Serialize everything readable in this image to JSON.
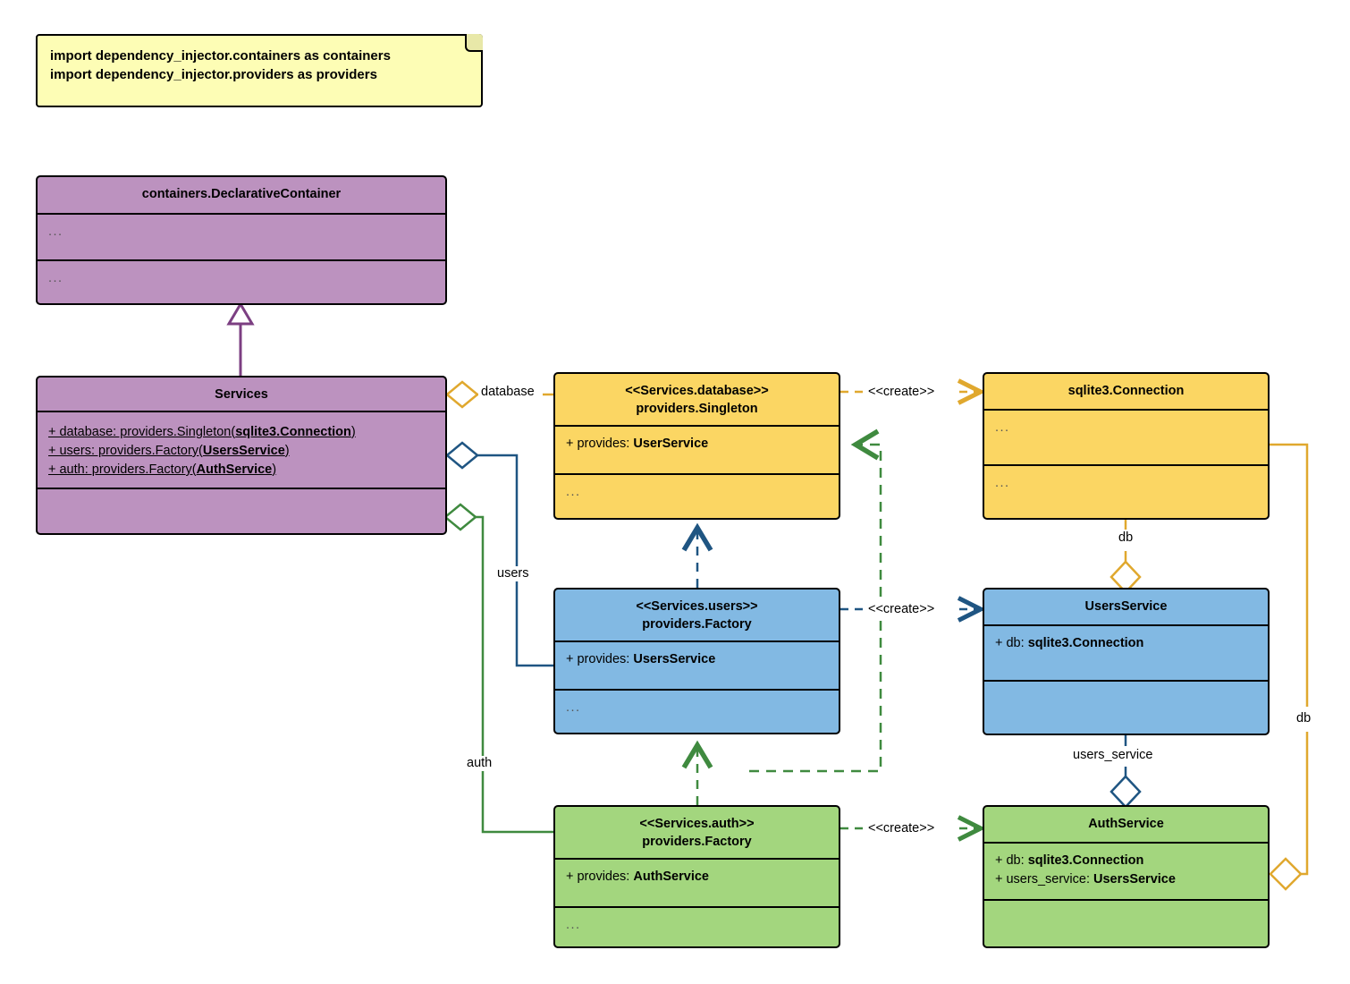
{
  "diagram": {
    "title": "dependency_injector containers UML class diagram",
    "colors": {
      "note_fill": "#fdfdb5",
      "purple": "#bc92bf",
      "yellow": "#fbd663",
      "blue": "#82b9e3",
      "green": "#a3d67e",
      "purple_line": "#7c3f82",
      "yellow_line": "#e0a82e",
      "blue_line": "#1f5582",
      "green_line": "#3f8a3f",
      "stroke": "#000000"
    }
  },
  "note": {
    "lines": [
      "import dependency_injector.containers as containers",
      "import dependency_injector.providers as providers"
    ]
  },
  "classes": {
    "declarative_container": {
      "title": "containers.DeclarativeContainer",
      "attributes_placeholder": "...",
      "methods_placeholder": "..."
    },
    "services": {
      "title": "Services",
      "attributes": [
        {
          "prefix": "+ database: providers.Singleton(",
          "type": "sqlite3.Connection",
          "suffix": ")"
        },
        {
          "prefix": "+ users: providers.Factory(",
          "type": "UsersService",
          "suffix": ")"
        },
        {
          "prefix": "+ auth: providers.Factory(",
          "type": "AuthService",
          "suffix": ")"
        }
      ],
      "methods_placeholder": ""
    },
    "services_database": {
      "stereotype": "<<Services.database>>",
      "title": "providers.Singleton",
      "attribute": {
        "prefix": "+ provides: ",
        "type": "UserService"
      },
      "methods_placeholder": "..."
    },
    "services_users": {
      "stereotype": "<<Services.users>>",
      "title": "providers.Factory",
      "attribute": {
        "prefix": "+ provides: ",
        "type": "UsersService"
      },
      "methods_placeholder": "..."
    },
    "services_auth": {
      "stereotype": "<<Services.auth>>",
      "title": "providers.Factory",
      "attribute": {
        "prefix": "+ provides: ",
        "type": "AuthService"
      },
      "methods_placeholder": "..."
    },
    "sqlite3_connection": {
      "title": "sqlite3.Connection",
      "attributes_placeholder": "...",
      "methods_placeholder": "..."
    },
    "users_service": {
      "title": "UsersService",
      "attributes": [
        {
          "prefix": "+ db: ",
          "type": "sqlite3.Connection"
        }
      ],
      "methods_placeholder": ""
    },
    "auth_service": {
      "title": "AuthService",
      "attributes": [
        {
          "prefix": "+ db: ",
          "type": "sqlite3.Connection"
        },
        {
          "prefix": "+ users_service: ",
          "type": "UsersService"
        }
      ],
      "methods_placeholder": ""
    }
  },
  "edges": {
    "database_label": "database",
    "users_label": "users",
    "auth_label": "auth",
    "create_database_label": "<<create>>",
    "create_users_label": "<<create>>",
    "create_auth_label": "<<create>>",
    "db_users_label": "db",
    "db_auth_label": "db",
    "users_service_label": "users_service"
  }
}
